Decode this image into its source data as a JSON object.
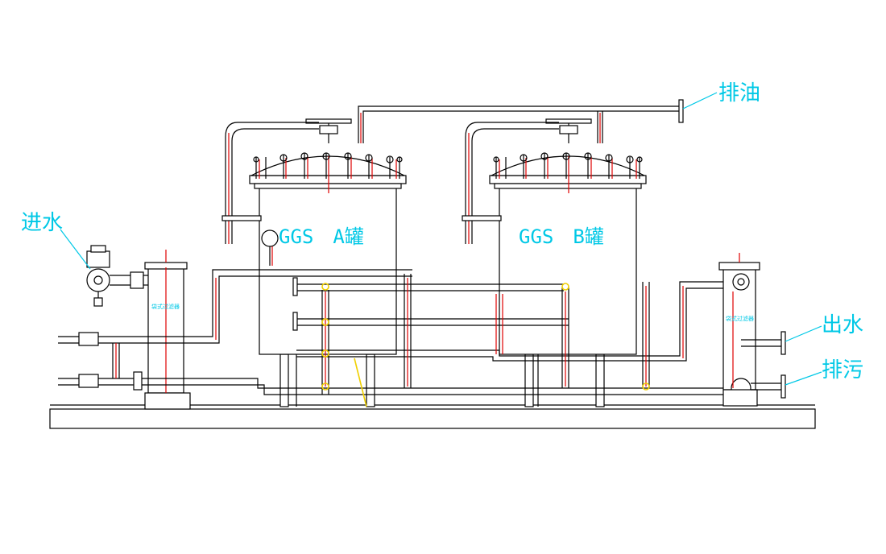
{
  "labels": {
    "water_in": "进水",
    "oil_drain": "排油",
    "water_out": "出水",
    "sewage": "排污"
  },
  "tanks": [
    {
      "id": "A",
      "label": "GGS　A罐"
    },
    {
      "id": "B",
      "label": "GGS　B罐"
    }
  ],
  "filters": {
    "left_label": "袋式过滤器",
    "right_label": "袋式过滤器"
  },
  "colors": {
    "line": "#000000",
    "accent_red": "#e00000",
    "label_cyan": "#00c8e6",
    "valve_yellow": "#f0d000"
  }
}
